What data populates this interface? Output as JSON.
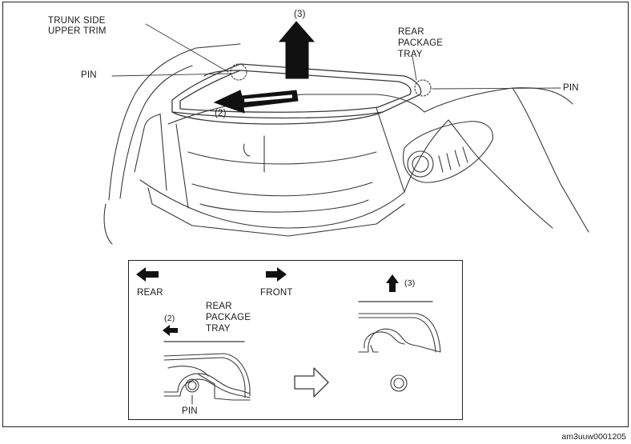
{
  "main": {
    "labels": {
      "trunk_side_upper_trim_l1": "TRUNK SIDE",
      "trunk_side_upper_trim_l2": "UPPER TRIM",
      "step3": "(3)",
      "rear_package_tray_l1": "REAR",
      "rear_package_tray_l2": "PACKAGE",
      "rear_package_tray_l3": "TRAY",
      "pin_left": "PIN",
      "pin_right": "PIN",
      "step2": "(2)"
    }
  },
  "inset": {
    "rear": "REAR",
    "front": "FRONT",
    "step2": "(2)",
    "tray_l1": "REAR",
    "tray_l2": "PACKAGE",
    "tray_l3": "TRAY",
    "pin": "PIN",
    "step3": "(3)"
  },
  "figure_code": "am3uuw0001205",
  "colors": {
    "ink": "#1a1a1a",
    "line": "#3a3a3a",
    "arrow_fill": "#111111",
    "background": "#ffffff"
  }
}
